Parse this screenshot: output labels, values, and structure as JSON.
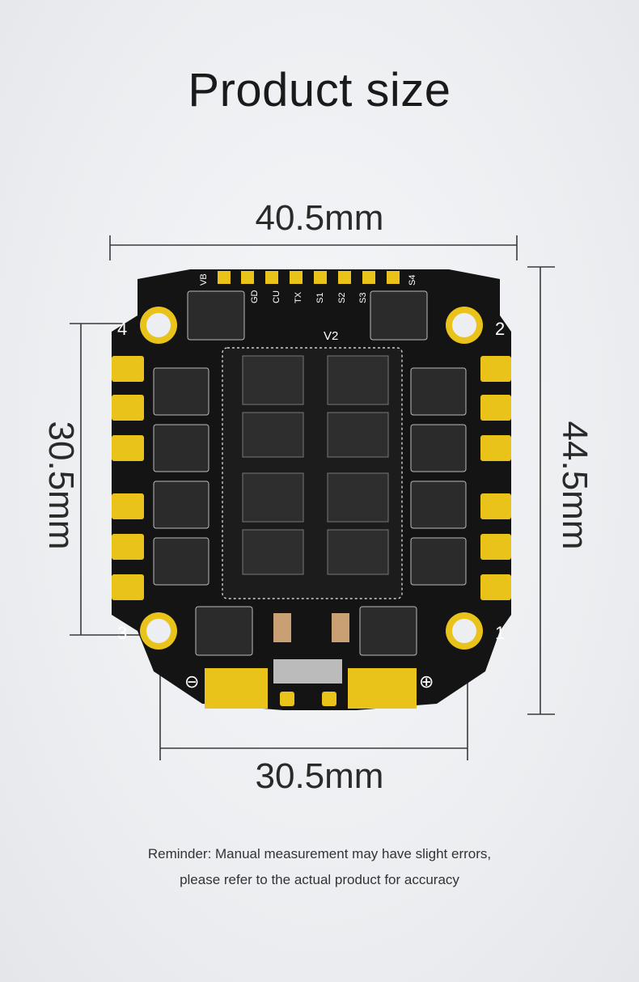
{
  "title": "Product size",
  "dimensions": {
    "top": "40.5mm",
    "left": "30.5mm",
    "right": "44.5mm",
    "bottom": "30.5mm"
  },
  "board": {
    "pad_labels": [
      "VB",
      "GD",
      "CU",
      "TX",
      "S1",
      "S2",
      "S3",
      "S4"
    ],
    "corner_numbers": [
      "4",
      "2",
      "3",
      "1"
    ],
    "version": "V2",
    "minus_symbol": "⊖",
    "plus_symbol": "⊕"
  },
  "reminder": {
    "line1": "Reminder: Manual measurement may have slight errors,",
    "line2": "please refer to the actual product for accuracy"
  },
  "colors": {
    "board": "#141414",
    "gold": "#e9c21a",
    "line": "#3a3a3a"
  }
}
